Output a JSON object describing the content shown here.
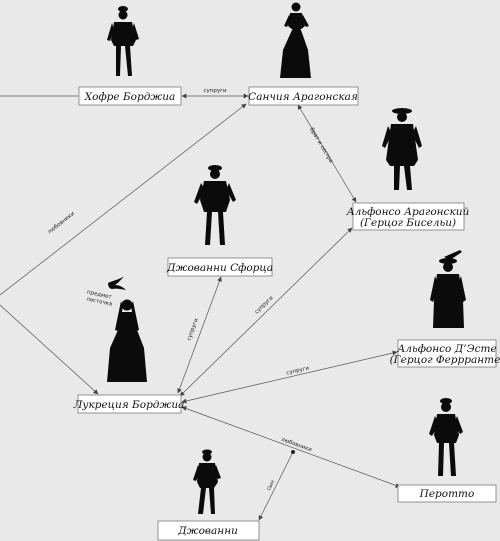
{
  "nodes": {
    "hofre": "Хофре Борджиа",
    "sancha": "Санчия Арагонская",
    "alfonso_a_1": "Альфонсо Арагонский",
    "alfonso_a_2": "(Герцог Бисельи)",
    "giovanni_s": "Джованни Сфорца",
    "lucrezia": "Лукреция Борджиа",
    "alfonso_e_1": "Альфонсо Д’Эсте",
    "alfonso_e_2": "(Герцог Феррранте)",
    "perotto": "Перотто",
    "giovanni": "Джованни"
  },
  "edges": {
    "hofre_sancha": "супруги",
    "sancha_alfonso": "брат и сестра",
    "lucrezia_sancha": "любовники",
    "lucrezia_sforza": "супруги",
    "lucrezia_alfonso_a": "супруги",
    "lucrezia_alfonso_e": "супруги",
    "lucrezia_perotto": "любовники",
    "giovanni_son": "сын"
  },
  "swallow": {
    "line1": "предмет",
    "line2": "ласточка"
  }
}
